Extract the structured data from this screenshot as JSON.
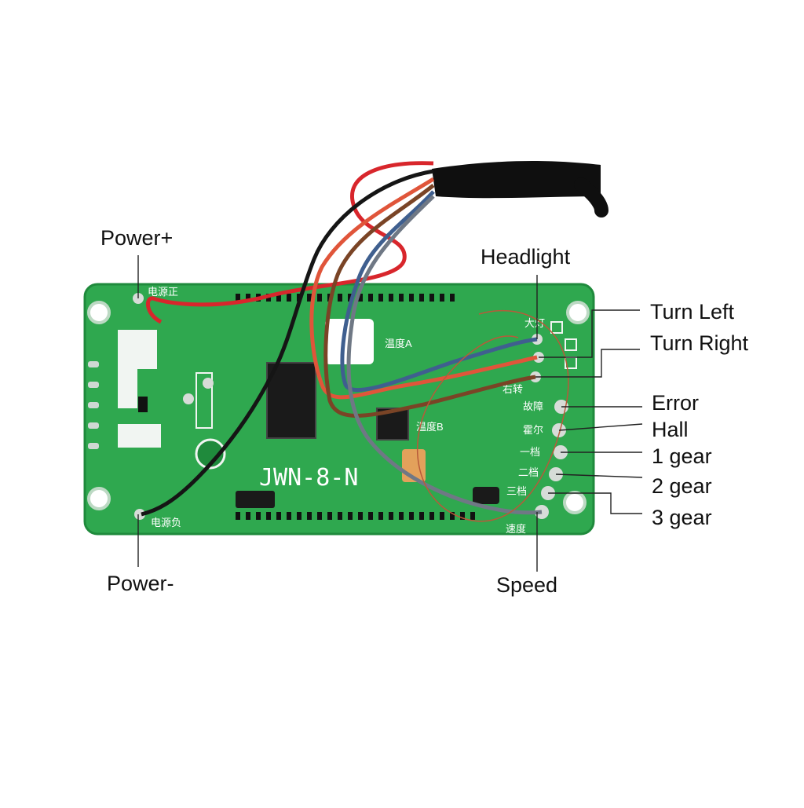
{
  "board": {
    "model": "JWN-8-N",
    "silkscreen": {
      "power_pos": "电源正",
      "power_neg": "电源负",
      "headlight": "大灯",
      "temp_a": "温度A",
      "temp_b": "温度B",
      "right_turn": "右转",
      "fault": "故障",
      "hall": "霍尔",
      "gear1": "一档",
      "gear2": "二档",
      "gear3": "三档",
      "speed": "速度"
    }
  },
  "labels": {
    "power_pos": "Power+",
    "power_neg": "Power-",
    "headlight": "Headlight",
    "turn_left": "Turn Left",
    "turn_right": "Turn Right",
    "error": "Error",
    "hall": "Hall",
    "gear1": "1 gear",
    "gear2": "2 gear",
    "gear3": "3 gear",
    "speed": "Speed"
  },
  "colors": {
    "pcb": "#2fa84f",
    "pcb_dark": "#1f8a3c",
    "wire_red": "#d8262c",
    "wire_black": "#151515",
    "wire_orange": "#e0553a",
    "wire_brown": "#7a4426",
    "wire_blue": "#3f5f8f",
    "wire_gray": "#6f7885",
    "leader": "#222222"
  }
}
